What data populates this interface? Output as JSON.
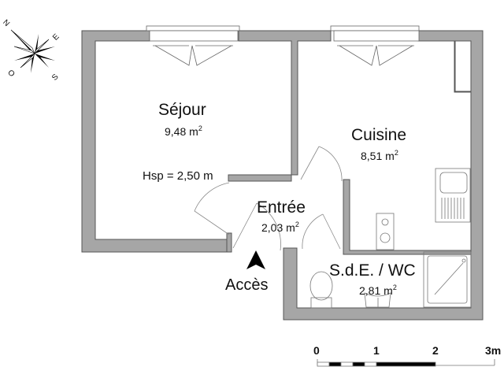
{
  "compass": {
    "north": "N",
    "east": "E",
    "south": "S",
    "west": "O"
  },
  "rooms": {
    "sejour": {
      "name": "Séjour",
      "area": "9,48 m",
      "unit_exp": "2"
    },
    "cuisine": {
      "name": "Cuisine",
      "area": "8,51 m",
      "unit_exp": "2"
    },
    "entree": {
      "name": "Entrée",
      "area": "2,03 m",
      "unit_exp": "2"
    },
    "sde": {
      "name": "S.d.E. / WC",
      "area": "2,81 m",
      "unit_exp": "2"
    }
  },
  "ceiling_height": "Hsp = 2,50 m",
  "access": {
    "label": "Accès",
    "icon": "arrow-up-icon"
  },
  "scale_bar": {
    "ticks": [
      "0",
      "1",
      "2",
      "3m"
    ]
  },
  "colors": {
    "wall": "#a6a6a6",
    "wall_outline": "#555555",
    "fixture": "#777777"
  }
}
